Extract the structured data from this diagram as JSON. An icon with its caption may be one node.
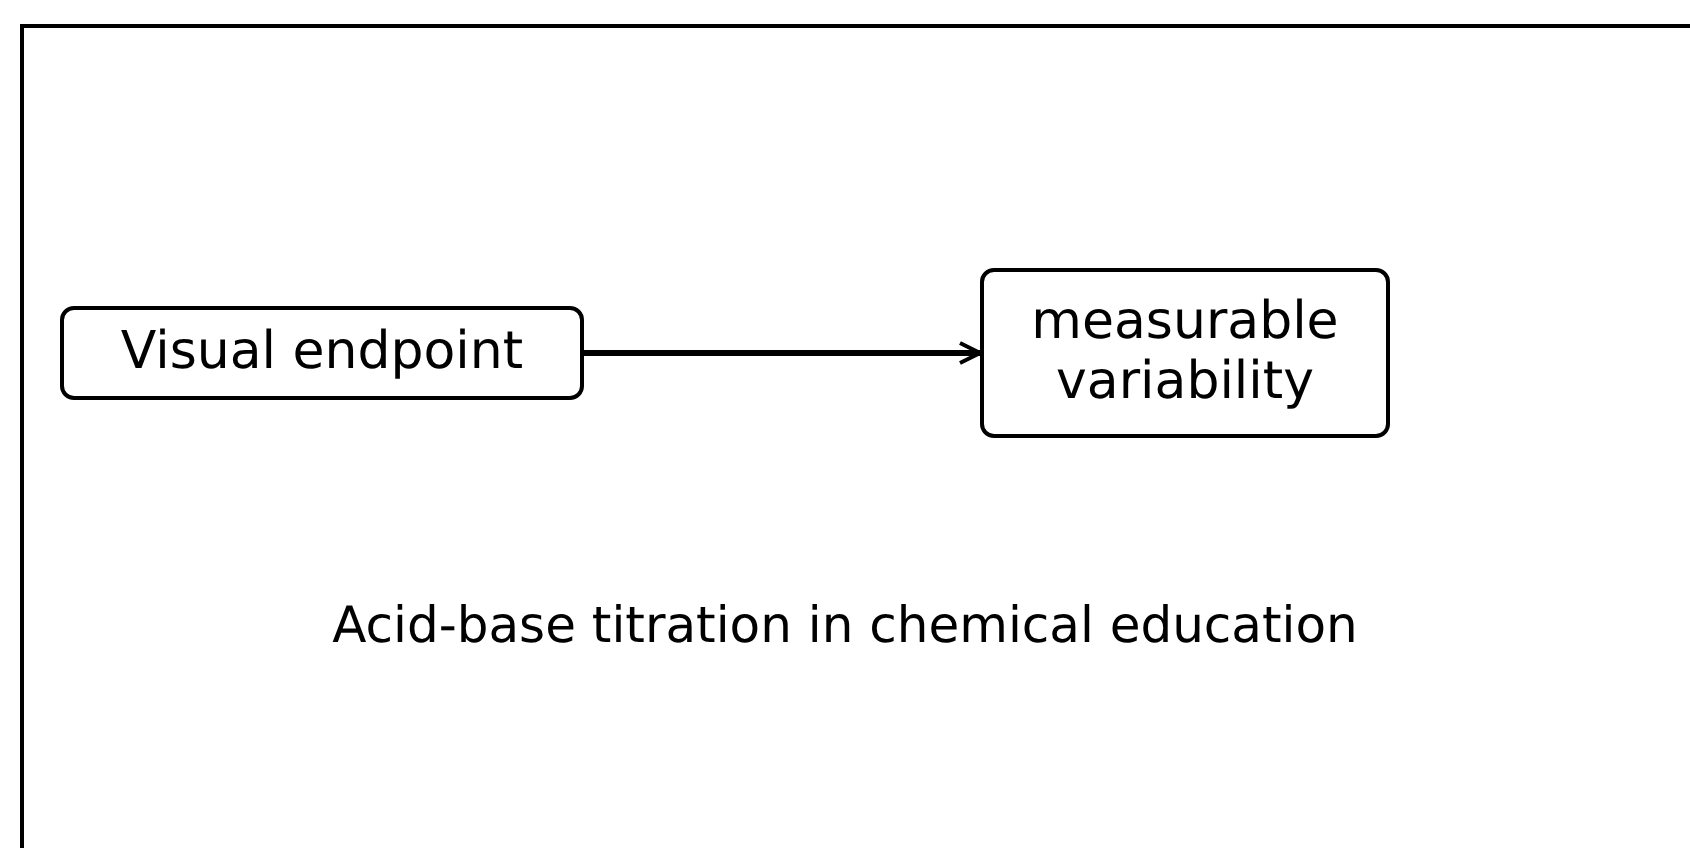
{
  "diagram": {
    "caption": "Acid-base titration in chemical education",
    "nodes": [
      {
        "text": [
          "Visual endpoint"
        ]
      },
      {
        "text": [
          "measurable variability"
        ]
      }
    ],
    "edges": [
      {
        "from": 0,
        "to": 1,
        "arrow": "to"
      }
    ]
  }
}
